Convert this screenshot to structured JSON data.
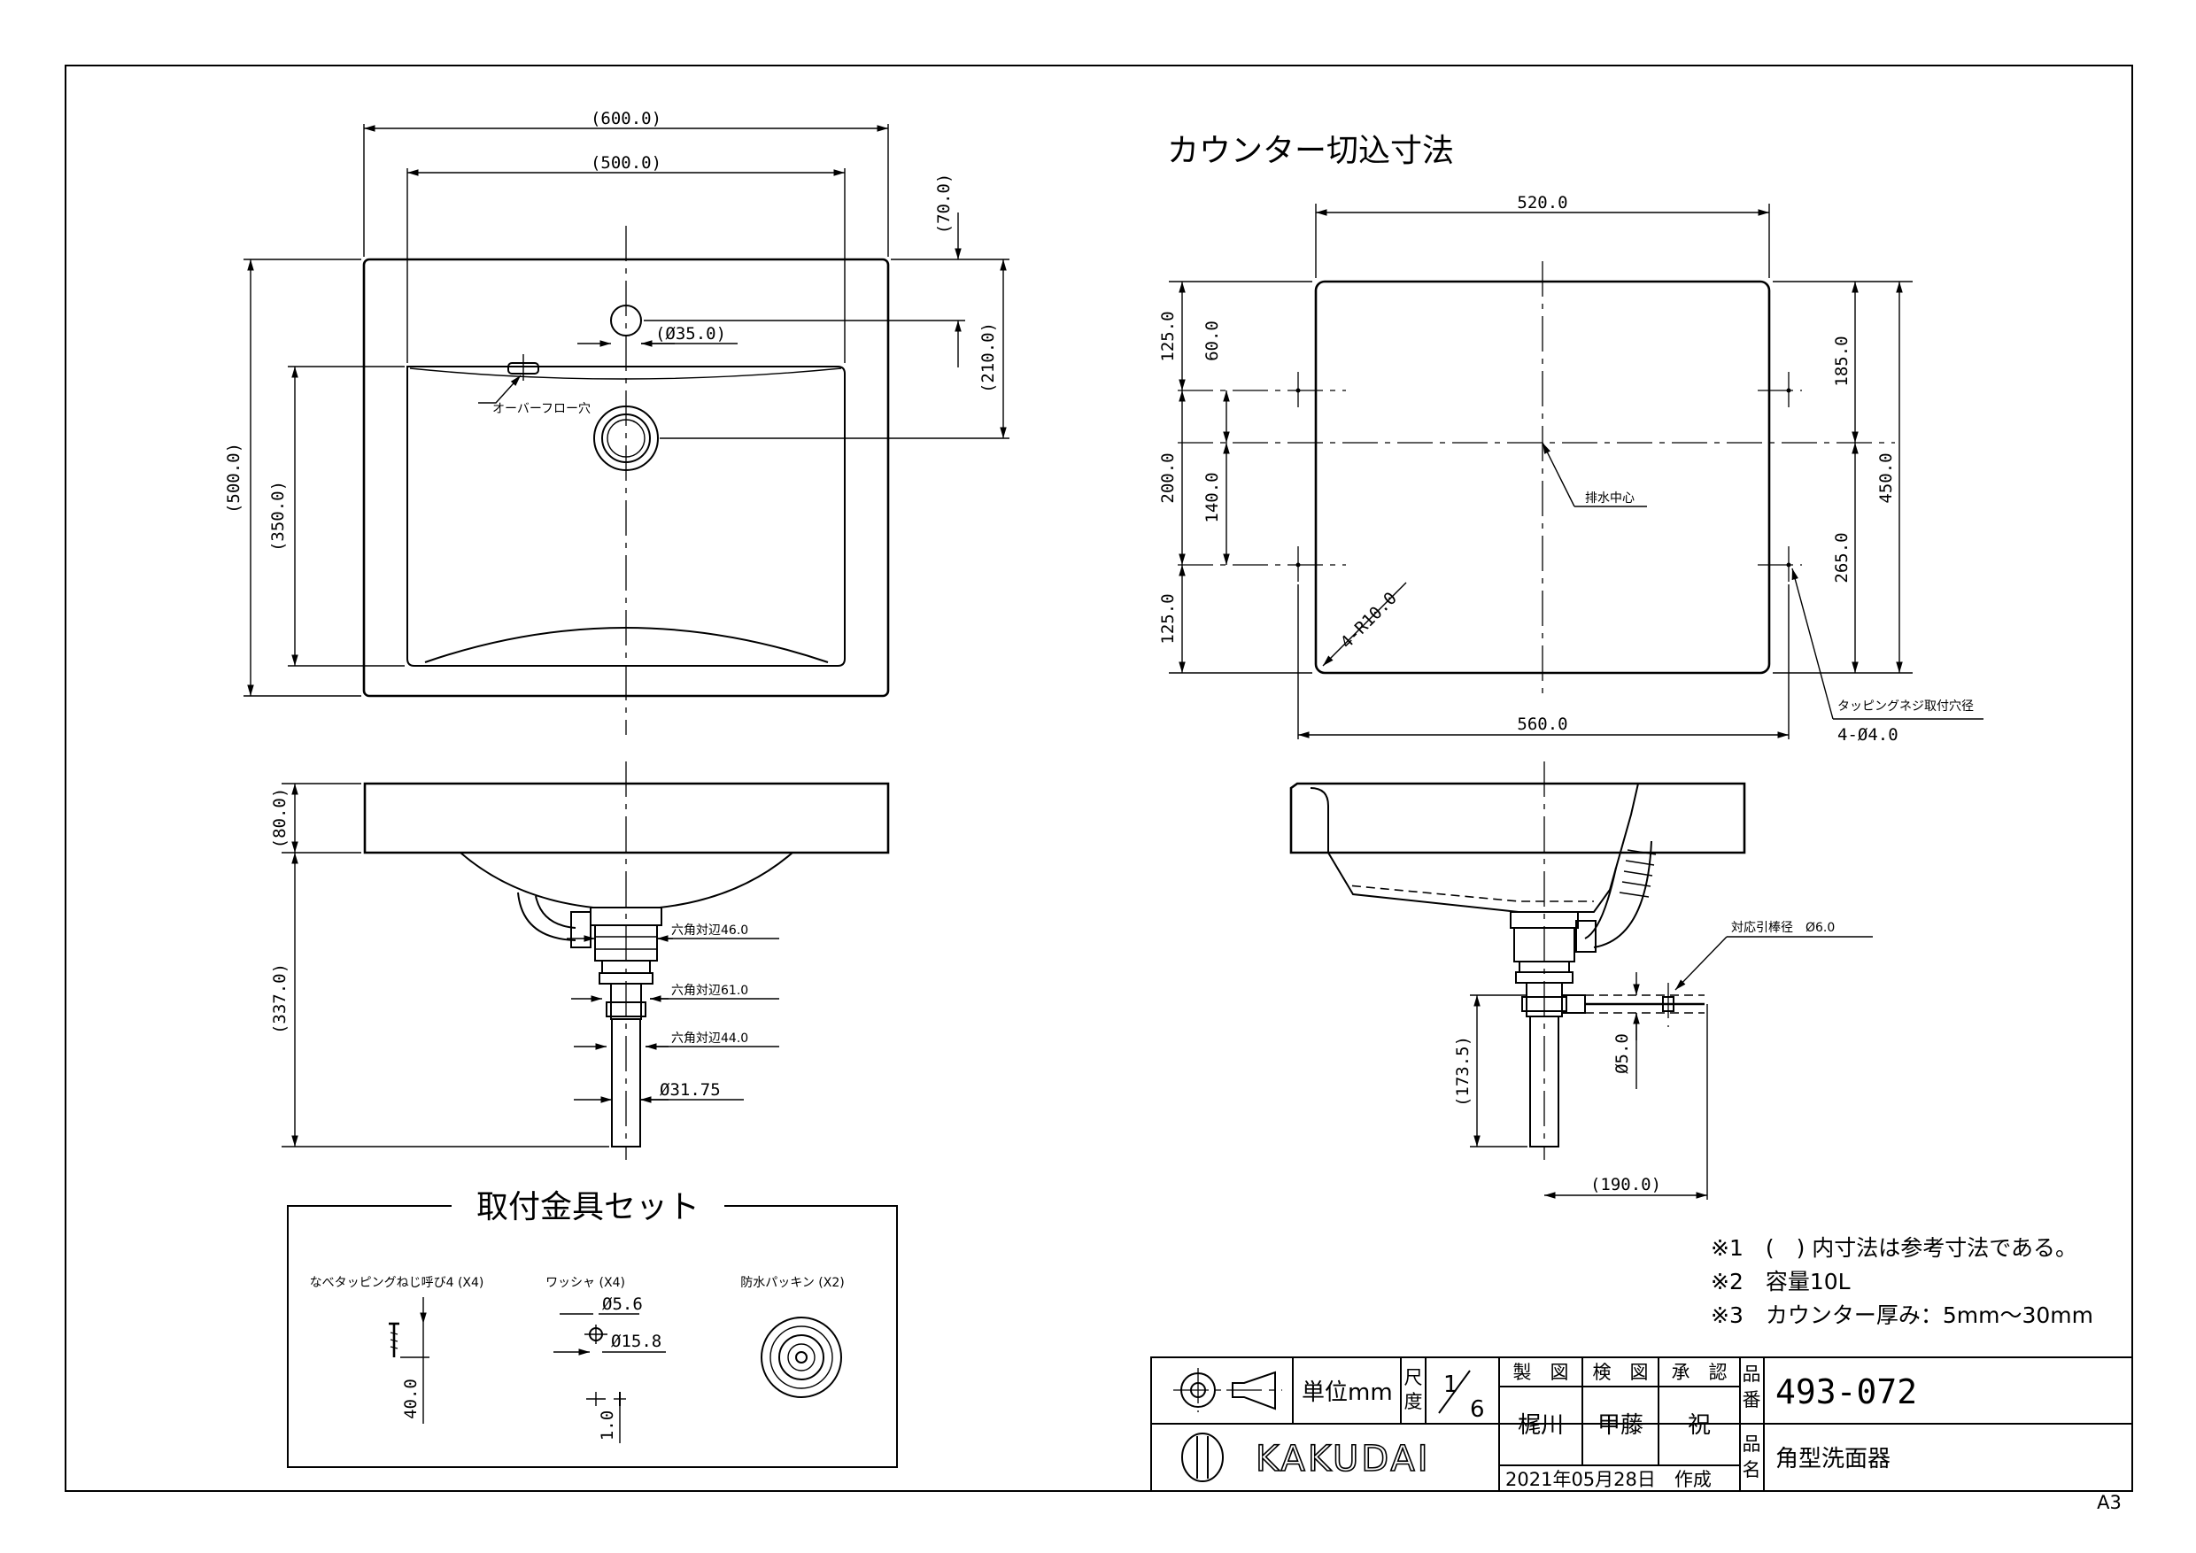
{
  "top_view": {
    "dim_width_outer": "(600.0)",
    "dim_width_inner": "(500.0)",
    "dim_depth_outer": "(500.0)",
    "dim_depth_inner": "(350.0)",
    "dim_faucet_offset": "(70.0)",
    "dim_drain_offset": "(210.0)",
    "dim_faucet_hole": "(Ø35.0)",
    "overflow_label": "オーバーフロー穴"
  },
  "front_view": {
    "dim_rim_height": "(80.0)",
    "dim_total_height": "(337.0)",
    "hex1": "六角対辺46.0",
    "hex2": "六角対辺61.0",
    "hex3": "六角対辺44.0",
    "pipe_dia": "Ø31.75"
  },
  "counter_cutout": {
    "title": "カウンター切込寸法",
    "dim_top_width": "520.0",
    "dim_bottom_width": "560.0",
    "dim_left_125a": "125.0",
    "dim_left_60": "60.0",
    "dim_left_200": "200.0",
    "dim_left_140": "140.0",
    "dim_left_125b": "125.0",
    "dim_right_185": "185.0",
    "dim_right_450": "450.0",
    "dim_right_265": "265.0",
    "corner_radius": "4-R10.0",
    "drain_center_label": "排水中心",
    "tapping_label": "タッピングネジ取付穴径",
    "tapping_value": "4-Ø4.0"
  },
  "side_view": {
    "rod_label": "対応引棒径　Ø6.0",
    "dim_5": "Ø5.0",
    "dim_173": "(173.5)",
    "dim_190": "(190.0)"
  },
  "hardware_set": {
    "title": "取付金具セット",
    "screw_label": "なべタッピングねじ呼び4 (X4)",
    "screw_length": "40.0",
    "washer_label": "ワッシャ (X4)",
    "washer_inner": "Ø5.6",
    "washer_outer": "Ø15.8",
    "washer_thickness": "1.0",
    "packing_label": "防水パッキン (X2)"
  },
  "notes": [
    "※1　(　) 内寸法は参考寸法である。",
    "※2　容量10L",
    "※3　カウンター厚み：5mm〜30mm"
  ],
  "title_block": {
    "unit_label": "単位mm",
    "scale_label_1": "尺",
    "scale_label_2": "度",
    "scale_num": "1",
    "scale_den": "6",
    "made_label": "製　図",
    "check_label": "検　図",
    "approve_label": "承　認",
    "made_name": "梶川",
    "check_name": "甲藤",
    "approve_name": "祝",
    "part_no_label_1": "品",
    "part_no_label_2": "番",
    "part_no": "493-072",
    "part_name_label_1": "品",
    "part_name_label_2": "名",
    "part_name": "角型洗面器",
    "date": "2021年05月28日　作成",
    "company": "KAKUDAI",
    "sheet_size": "A3"
  }
}
